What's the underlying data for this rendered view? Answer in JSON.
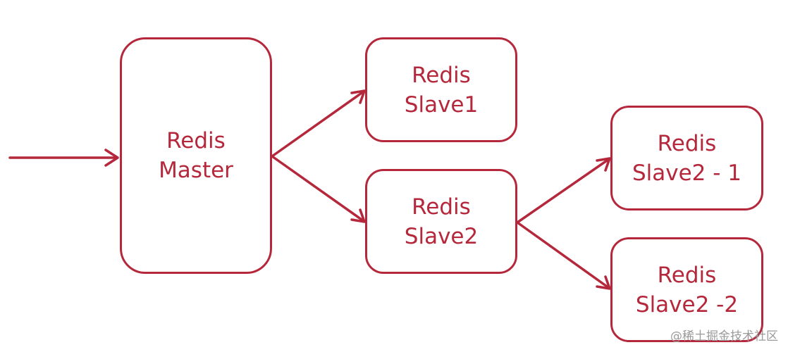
{
  "colors": {
    "stroke": "#b5283c",
    "text": "#b5283c",
    "watermark": "#9a9a9a"
  },
  "nodes": {
    "master": {
      "line1": "Redis",
      "line2": "Master"
    },
    "slave1": {
      "line1": "Redis",
      "line2": "Slave1"
    },
    "slave2": {
      "line1": "Redis",
      "line2": "Slave2"
    },
    "slave2_1": {
      "line1": "Redis",
      "line2": "Slave2 - 1"
    },
    "slave2_2": {
      "line1": "Redis",
      "line2": "Slave2 -2"
    }
  },
  "edges": [
    {
      "from": "input",
      "to": "master"
    },
    {
      "from": "master",
      "to": "slave1"
    },
    {
      "from": "master",
      "to": "slave2"
    },
    {
      "from": "slave2",
      "to": "slave2_1"
    },
    {
      "from": "slave2",
      "to": "slave2_2"
    }
  ],
  "watermark": "@稀土掘金技术社区"
}
